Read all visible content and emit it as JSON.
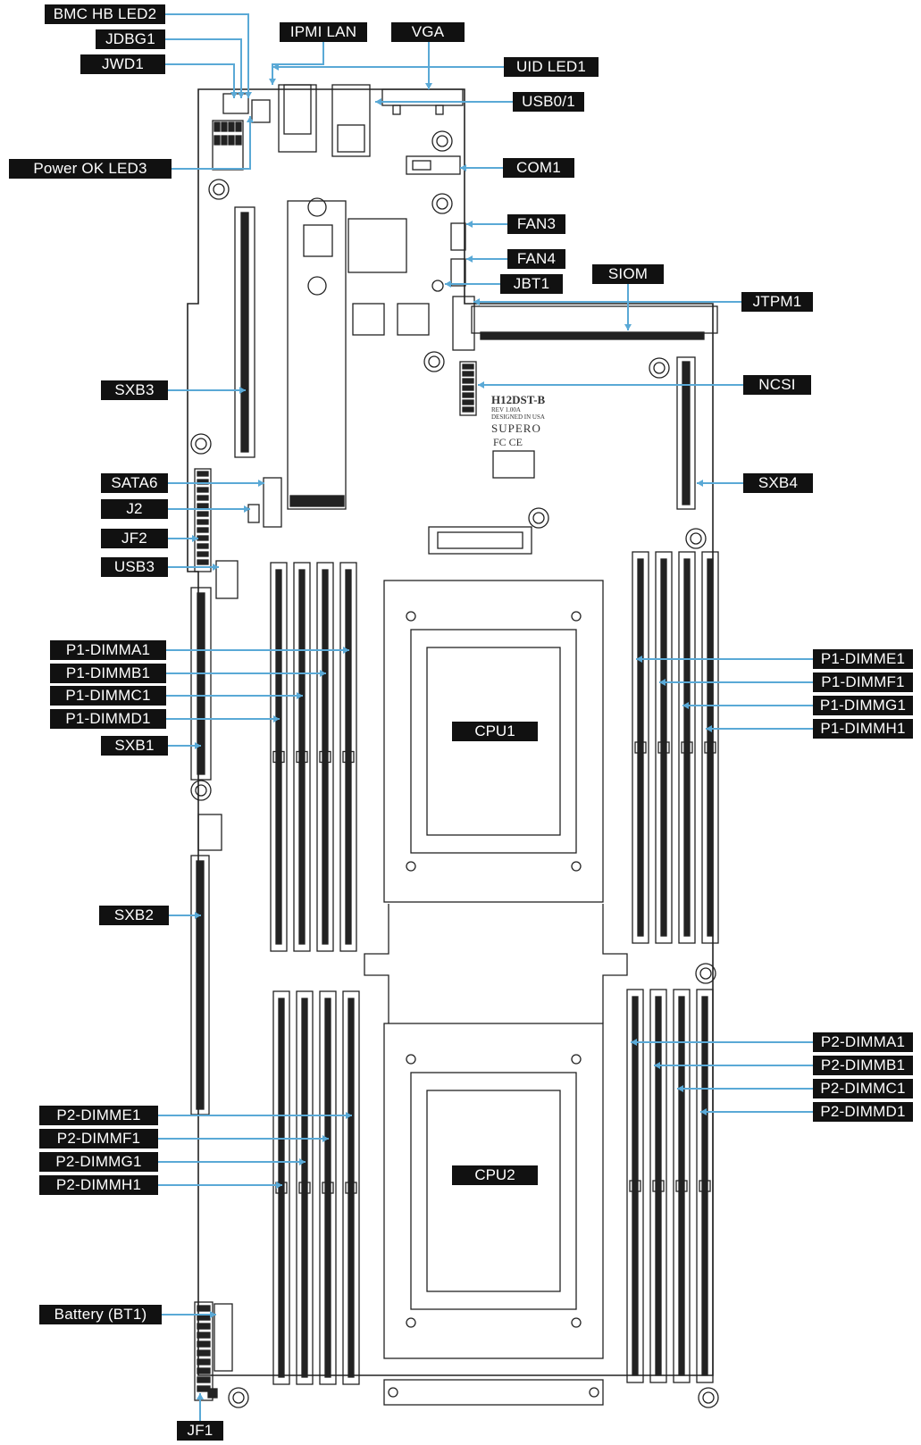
{
  "board": {
    "model": "H12DST-B",
    "rev": "REV 1.00A",
    "designed": "DESIGNED IN USA",
    "brand": "SUPERO",
    "marks": "FC CE"
  },
  "cpus": [
    "CPU1",
    "CPU2"
  ],
  "labels": {
    "bmc_hb_led2": "BMC HB LED2",
    "jdbg1": "JDBG1",
    "jwd1": "JWD1",
    "power_ok_led3": "Power OK LED3",
    "ipmi_lan": "IPMI LAN",
    "vga": "VGA",
    "uid_led1": "UID LED1",
    "usb01": "USB0/1",
    "com1": "COM1",
    "fan3": "FAN3",
    "fan4": "FAN4",
    "jbt1": "JBT1",
    "siom": "SIOM",
    "jtpm1": "JTPM1",
    "ncsi": "NCSI",
    "sxb3": "SXB3",
    "sxb4": "SXB4",
    "sata6": "SATA6",
    "j2": "J2",
    "jf2": "JF2",
    "usb3": "USB3",
    "p1_dimma1": "P1-DIMMA1",
    "p1_dimmb1": "P1-DIMMB1",
    "p1_dimmc1": "P1-DIMMC1",
    "p1_dimmd1": "P1-DIMMD1",
    "sxb1": "SXB1",
    "p1_dimme1": "P1-DIMME1",
    "p1_dimmf1": "P1-DIMMF1",
    "p1_dimmg1": "P1-DIMMG1",
    "p1_dimmh1": "P1-DIMMH1",
    "sxb2": "SXB2",
    "p2_dimma1": "P2-DIMMA1",
    "p2_dimmb1": "P2-DIMMB1",
    "p2_dimmc1": "P2-DIMMC1",
    "p2_dimmd1": "P2-DIMMD1",
    "p2_dimme1": "P2-DIMME1",
    "p2_dimmf1": "P2-DIMMF1",
    "p2_dimmg1": "P2-DIMMG1",
    "p2_dimmh1": "P2-DIMMH1",
    "battery_bt1": "Battery (BT1)",
    "jf1": "JF1"
  },
  "colors": {
    "outline": "#222222",
    "leader": "#5aa9d6",
    "label_bg": "#111111",
    "label_text": "#ffffff"
  }
}
